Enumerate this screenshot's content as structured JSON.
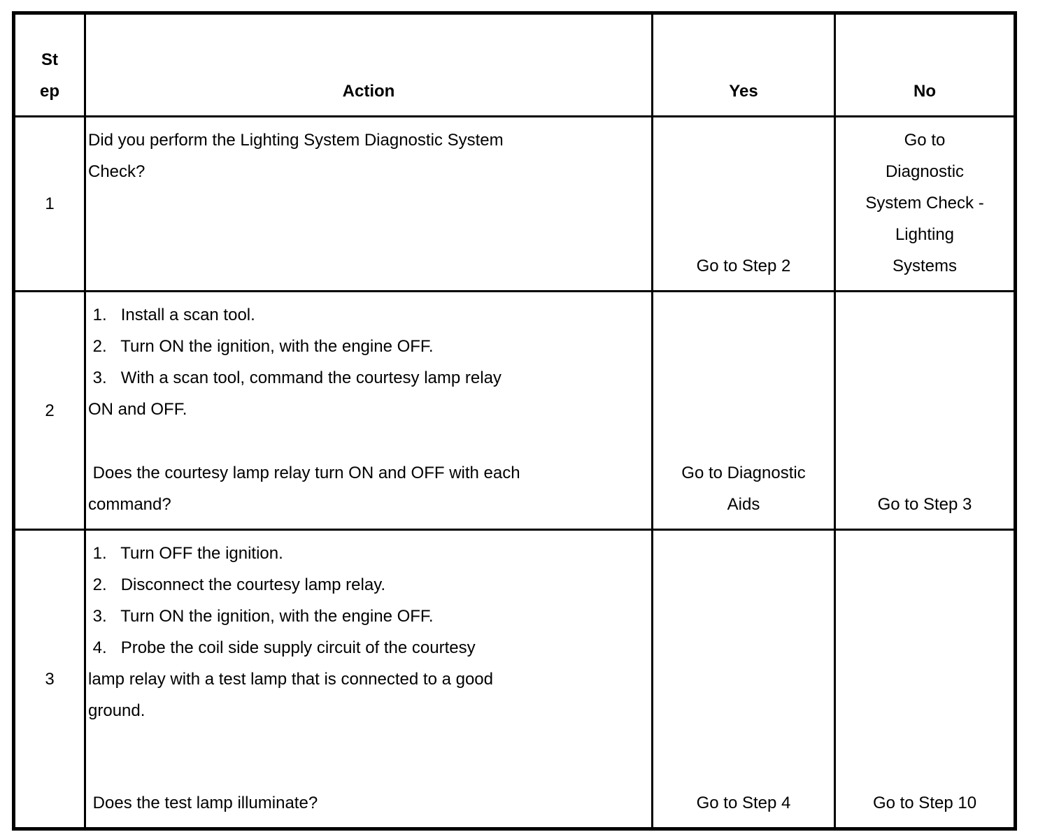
{
  "colors": {
    "background": "#ffffff",
    "text": "#000000",
    "border": "#000000"
  },
  "table": {
    "headers": {
      "step": [
        "St",
        "ep"
      ],
      "action": "Action",
      "yes": "Yes",
      "no": "No"
    },
    "rows": [
      {
        "step": "1",
        "action_main": [
          "Did you perform the Lighting System Diagnostic System",
          "Check?"
        ],
        "action_question": [],
        "yes": [
          "Go to Step 2"
        ],
        "no": [
          "Go to",
          "Diagnostic",
          "System Check -",
          "Lighting",
          "Systems"
        ]
      },
      {
        "step": "2",
        "action_main": [
          " 1.   Install a scan tool.",
          " 2.   Turn ON the ignition, with the engine OFF.",
          " 3.   With a scan tool, command the courtesy lamp relay",
          "ON and OFF."
        ],
        "action_question": [
          " Does the courtesy lamp relay turn ON and OFF with each",
          "command?"
        ],
        "yes": [
          "Go to Diagnostic",
          "Aids"
        ],
        "no": [
          "Go to Step 3"
        ]
      },
      {
        "step": "3",
        "action_main": [
          " 1.   Turn OFF the ignition.",
          " 2.   Disconnect the courtesy lamp relay.",
          " 3.   Turn ON the ignition, with the engine OFF.",
          " 4.   Probe the coil side supply circuit of the courtesy",
          "lamp relay with a test lamp that is connected to a good",
          "ground."
        ],
        "action_question": [
          " Does the test lamp illuminate?"
        ],
        "yes": [
          "Go to Step 4"
        ],
        "no": [
          "Go to Step 10"
        ]
      }
    ]
  }
}
